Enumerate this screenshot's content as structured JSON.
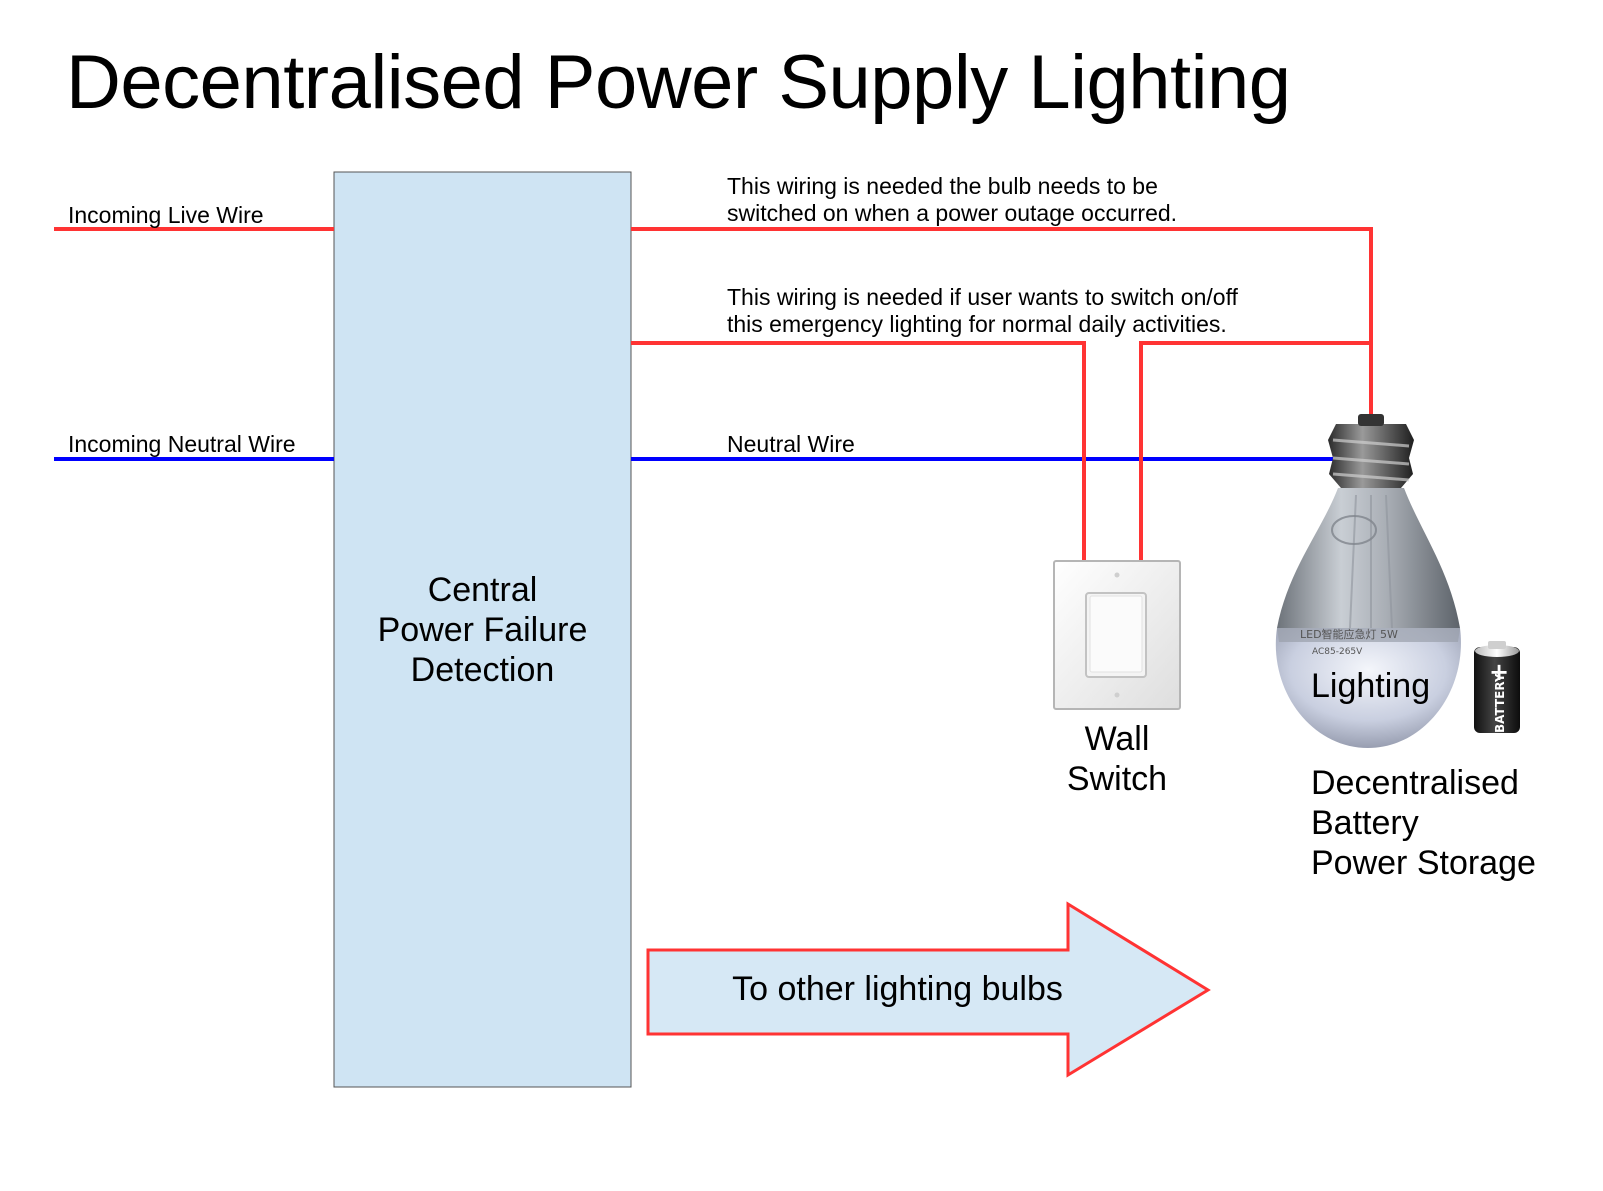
{
  "title": "Decentralised Power Supply Lighting",
  "wires": {
    "incoming_live": "Incoming Live Wire",
    "incoming_neutral": "Incoming Neutral Wire",
    "neutral": "Neutral Wire"
  },
  "notes": {
    "outage_line1": "This wiring is needed the bulb needs to be",
    "outage_line2": "switched on when a power outage occurred.",
    "switch_line1": "This wiring is needed if user wants to switch on/off",
    "switch_line2": "this emergency lighting for normal daily activities."
  },
  "central_box": {
    "line1": "Central",
    "line2": "Power Failure",
    "line3": "Detection"
  },
  "wall_switch": {
    "line1": "Wall",
    "line2": "Switch"
  },
  "bulb": {
    "label": "Lighting",
    "markings_line1": "LED智能应急灯 5W",
    "markings_line2": "AC85-265V"
  },
  "battery": {
    "label": "BATTERY",
    "terminal": "+"
  },
  "storage": {
    "line1": "Decentralised",
    "line2": "Battery",
    "line3": "Power Storage"
  },
  "arrow": {
    "label": "To other lighting bulbs"
  },
  "colors": {
    "live": "#ff3333",
    "neutral": "#0000ff",
    "box_fill": "#cfe4f3",
    "arrow_stroke": "#ff3333"
  }
}
